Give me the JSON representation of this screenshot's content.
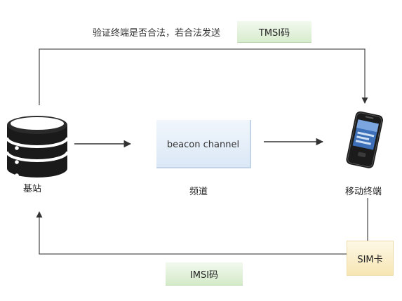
{
  "top_caption": "验证终端是否合法，若合法发送",
  "tmsi_label": "TMSI码",
  "beacon_label": "beacon channel",
  "imsi_label": "IMSI码",
  "sim_label": "SIM卡",
  "nodes": {
    "base_station": "基站",
    "channel": "频道",
    "mobile_terminal": "移动终端"
  }
}
